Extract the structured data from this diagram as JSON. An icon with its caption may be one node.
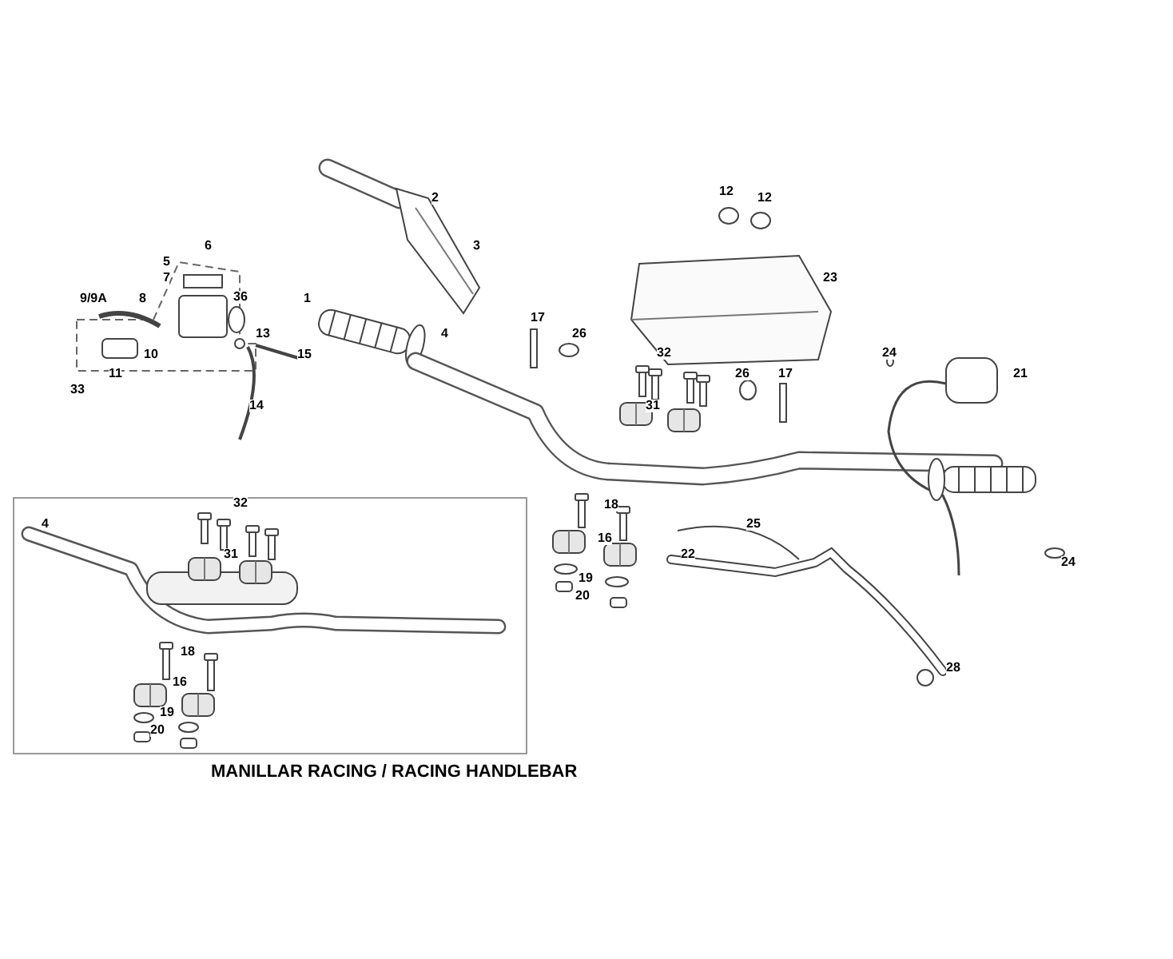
{
  "diagram": {
    "labels": [
      "2",
      "12",
      "12",
      "6",
      "3",
      "5",
      "7",
      "23",
      "9/9A",
      "8",
      "36",
      "1",
      "17",
      "13",
      "4",
      "26",
      "10",
      "15",
      "32",
      "24",
      "11",
      "26",
      "17",
      "21",
      "33",
      "14",
      "31",
      "32",
      "18",
      "4",
      "25",
      "16",
      "31",
      "22",
      "24",
      "19",
      "20",
      "18",
      "28",
      "16",
      "19",
      "20",
      "MANILLAR RACING / RACING HANDLEBAR"
    ]
  }
}
